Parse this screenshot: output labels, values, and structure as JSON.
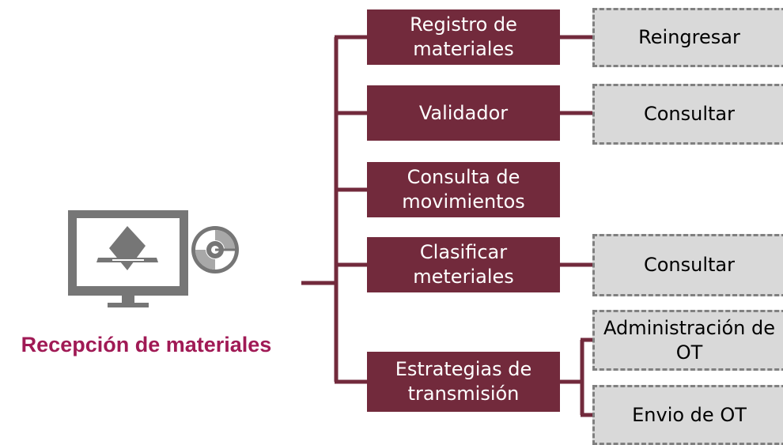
{
  "diagram": {
    "root": {
      "label": "Recepción de materiales",
      "icon": "computer-monitor-with-cd-icon"
    },
    "functions": [
      {
        "label": "Registro de\nmateriales",
        "actions": [
          "Reingresar"
        ]
      },
      {
        "label": "Validador",
        "actions": [
          "Consultar"
        ]
      },
      {
        "label": "Consulta de\nmovimientos",
        "actions": []
      },
      {
        "label": "Clasificar\nmeteriales",
        "actions": [
          "Consultar"
        ]
      },
      {
        "label": "Estrategias de\ntransmisión",
        "actions": [
          "Administración de\nOT",
          "Envio de OT"
        ]
      }
    ],
    "colors": {
      "function_box": "#722a3c",
      "connector": "#722a3c",
      "action_box": "#d9d9d9",
      "action_border": "#808080",
      "root_label": "#a01a55",
      "icon": "#767676"
    }
  }
}
